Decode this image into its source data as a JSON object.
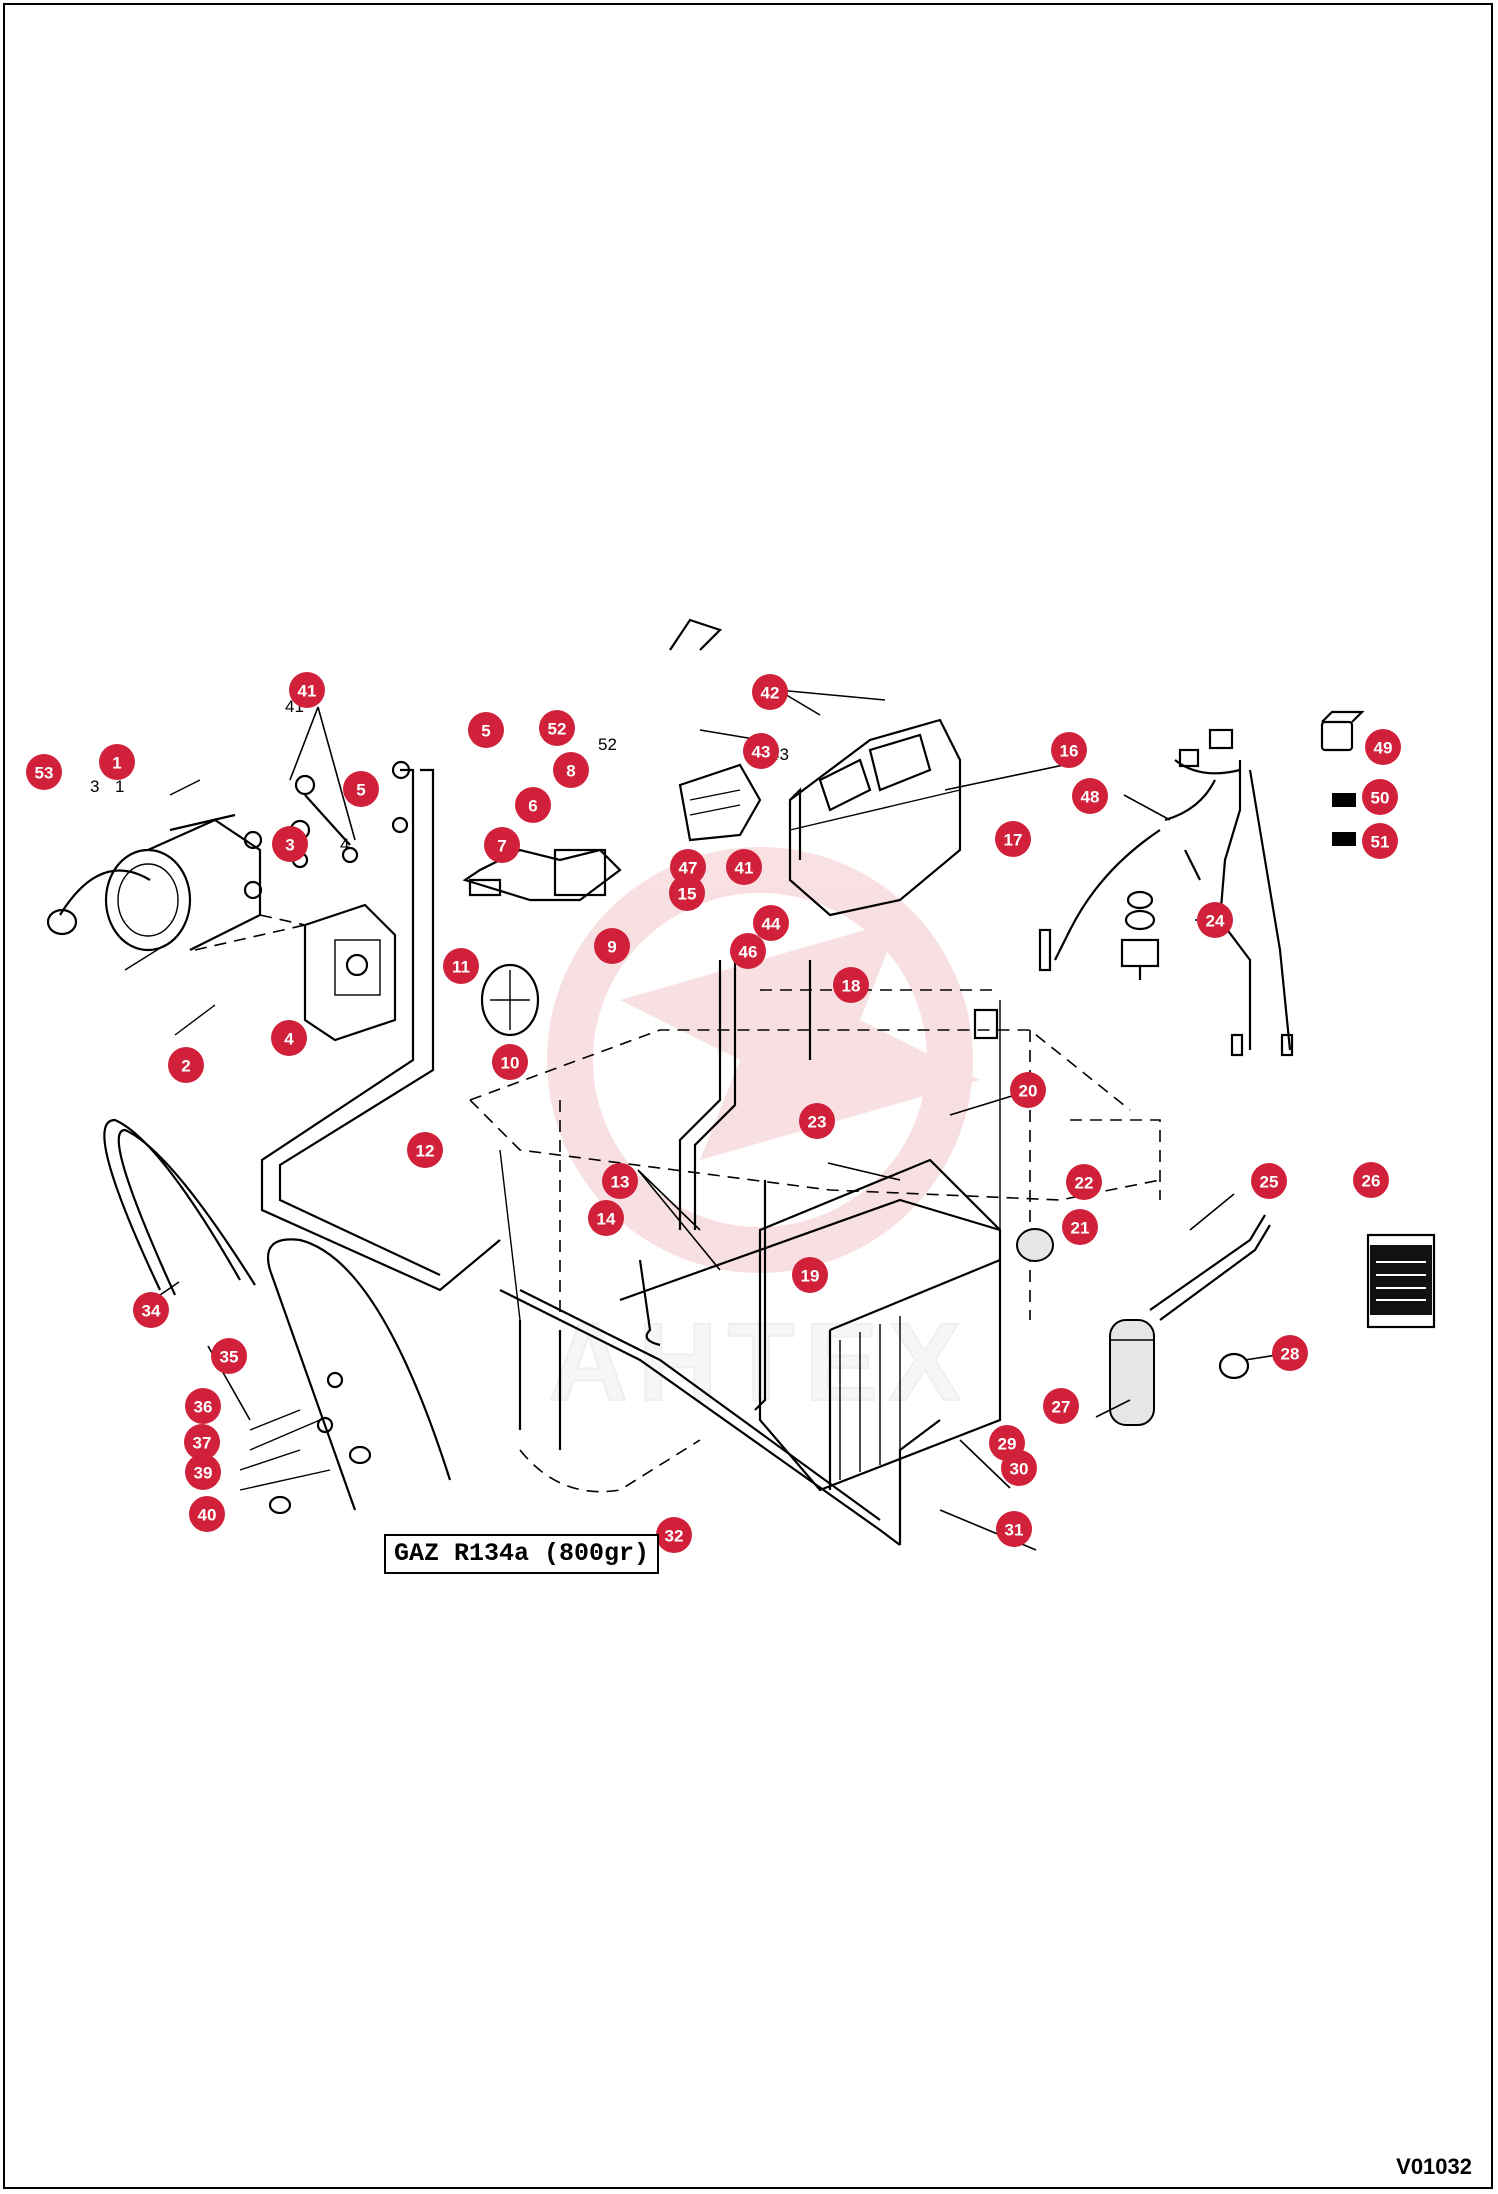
{
  "gas_label": "GAZ R134a (800gr)",
  "figure_code": "V01032",
  "watermark": "AHTEX",
  "colors": {
    "callout": "#d0203a",
    "line": "#000000",
    "watermark": "#f4c6cc"
  },
  "callouts": [
    "53",
    "1",
    "41",
    "5",
    "5",
    "3",
    "4",
    "2",
    "52",
    "6",
    "7",
    "8",
    "11",
    "9",
    "10",
    "12",
    "43",
    "42",
    "16",
    "47",
    "15",
    "41",
    "44",
    "46",
    "17",
    "18",
    "48",
    "49",
    "50",
    "51",
    "24",
    "20",
    "23",
    "13",
    "14",
    "19",
    "22",
    "21",
    "25",
    "26",
    "34",
    "35",
    "36",
    "37",
    "39",
    "40",
    "27",
    "28",
    "29",
    "30",
    "31",
    "32"
  ]
}
